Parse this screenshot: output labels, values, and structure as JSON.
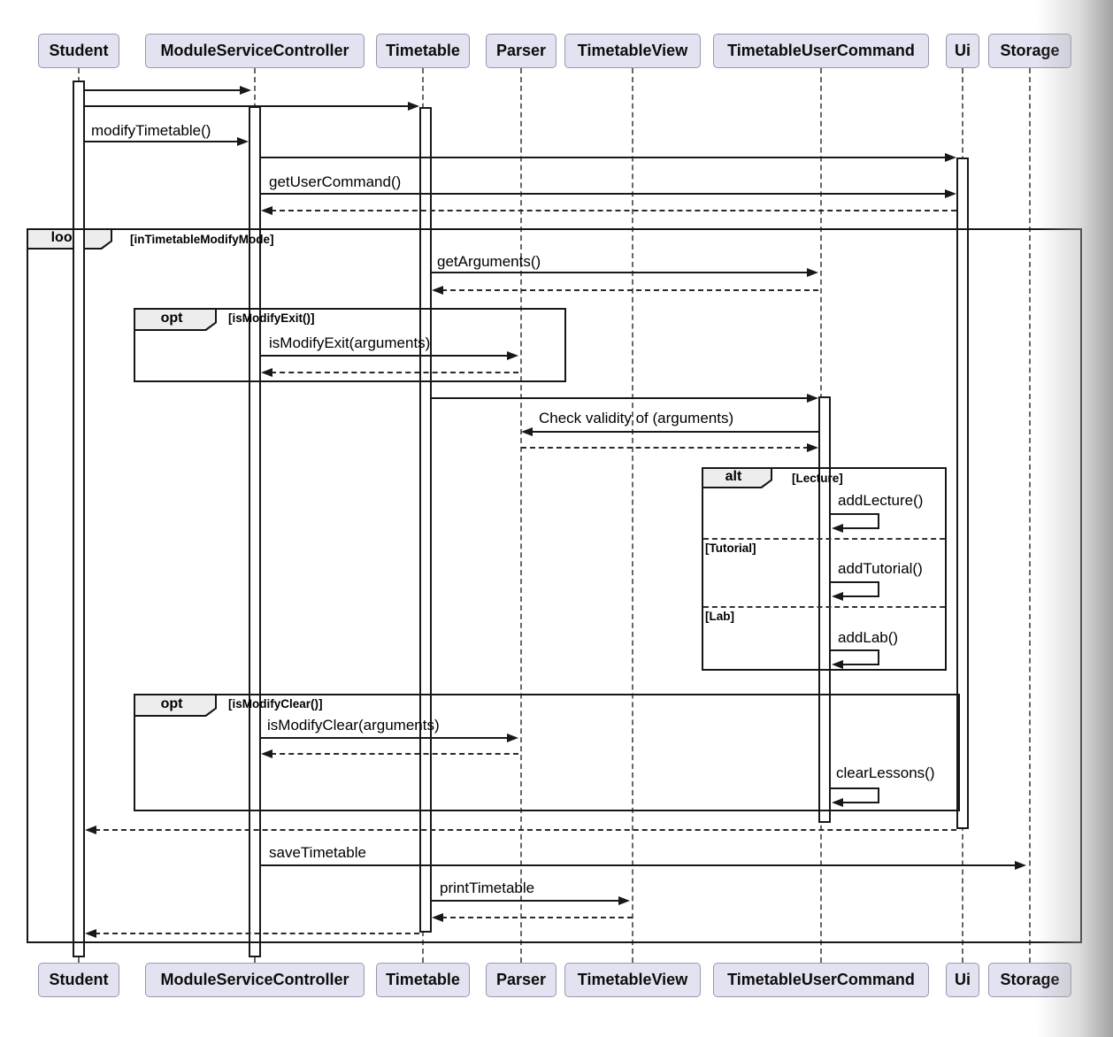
{
  "diagram": {
    "type": "uml-sequence-diagram",
    "participants": [
      {
        "name": "Student"
      },
      {
        "name": "ModuleServiceController"
      },
      {
        "name": "Timetable"
      },
      {
        "name": "Parser"
      },
      {
        "name": "TimetableView"
      },
      {
        "name": "TimetableUserCommand"
      },
      {
        "name": "Ui"
      },
      {
        "name": "Storage"
      }
    ],
    "fragments": [
      {
        "keyword": "loop",
        "condition": "[inTimetableModifyMode]"
      },
      {
        "keyword": "opt",
        "condition": "[isModifyExit()]"
      },
      {
        "keyword": "alt",
        "condition": "[Lecture]",
        "dividers": [
          "[Tutorial]",
          "[Lab]"
        ]
      },
      {
        "keyword": "opt",
        "condition": "[isModifyClear()]"
      }
    ],
    "messages": [
      {
        "from": "Student",
        "to": "ModuleServiceController",
        "label": "",
        "type": "solid"
      },
      {
        "from": "Student",
        "to": "Timetable",
        "label": "",
        "type": "solid"
      },
      {
        "from": "Student",
        "to": "ModuleServiceController",
        "label": "modifyTimetable()",
        "type": "solid"
      },
      {
        "from": "ModuleServiceController",
        "to": "Ui",
        "label": "",
        "type": "solid"
      },
      {
        "from": "ModuleServiceController",
        "to": "Ui",
        "label": "getUserCommand()",
        "type": "solid"
      },
      {
        "from": "Ui",
        "to": "ModuleServiceController",
        "label": "",
        "type": "return"
      },
      {
        "from": "Timetable",
        "to": "TimetableUserCommand",
        "label": "getArguments()",
        "type": "solid"
      },
      {
        "from": "TimetableUserCommand",
        "to": "Timetable",
        "label": "",
        "type": "return"
      },
      {
        "from": "ModuleServiceController",
        "to": "Parser",
        "label": "isModifyExit(arguments)",
        "type": "solid"
      },
      {
        "from": "Parser",
        "to": "ModuleServiceController",
        "label": "",
        "type": "return"
      },
      {
        "from": "Timetable",
        "to": "TimetableUserCommand",
        "label": "",
        "type": "solid"
      },
      {
        "from": "TimetableUserCommand",
        "to": "Parser",
        "label": "Check validity of (arguments)",
        "type": "solid"
      },
      {
        "from": "Parser",
        "to": "TimetableUserCommand",
        "label": "",
        "type": "return"
      },
      {
        "from": "TimetableUserCommand",
        "to": "TimetableUserCommand",
        "label": "addLecture()",
        "type": "self"
      },
      {
        "from": "TimetableUserCommand",
        "to": "TimetableUserCommand",
        "label": "addTutorial()",
        "type": "self"
      },
      {
        "from": "TimetableUserCommand",
        "to": "TimetableUserCommand",
        "label": "addLab()",
        "type": "self"
      },
      {
        "from": "ModuleServiceController",
        "to": "Parser",
        "label": "isModifyClear(arguments)",
        "type": "solid"
      },
      {
        "from": "Parser",
        "to": "ModuleServiceController",
        "label": "",
        "type": "return"
      },
      {
        "from": "TimetableUserCommand",
        "to": "TimetableUserCommand",
        "label": "clearLessons()",
        "type": "self"
      },
      {
        "from": "Ui",
        "to": "Student",
        "label": "",
        "type": "return"
      },
      {
        "from": "ModuleServiceController",
        "to": "Storage",
        "label": "saveTimetable",
        "type": "solid"
      },
      {
        "from": "Timetable",
        "to": "TimetableView",
        "label": "printTimetable",
        "type": "solid"
      },
      {
        "from": "TimetableView",
        "to": "Timetable",
        "label": "",
        "type": "return"
      },
      {
        "from": "Timetable",
        "to": "Student",
        "label": "",
        "type": "return"
      }
    ],
    "colors": {
      "participant_fill": "#E2E2F0",
      "participant_border": "#9898AE",
      "fragment_label_fill": "#EDEDED",
      "line": "#181818",
      "background": "#FFFFFF"
    }
  }
}
